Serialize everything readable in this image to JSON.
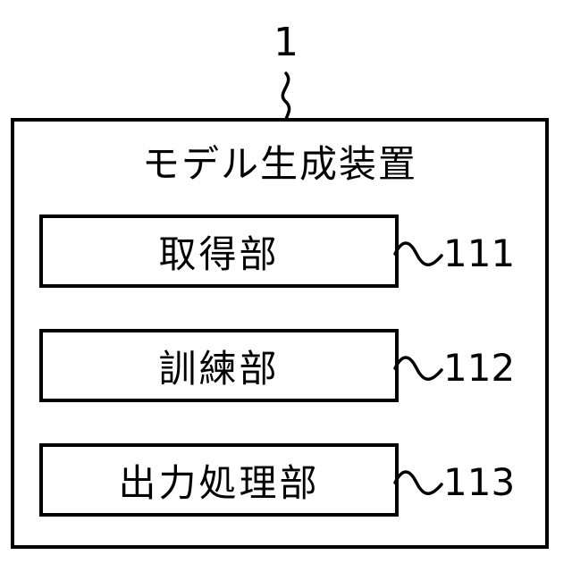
{
  "device": {
    "ref": "1",
    "title": "モデル生成装置"
  },
  "units": [
    {
      "label": "取得部",
      "ref": "111"
    },
    {
      "label": "訓練部",
      "ref": "112"
    },
    {
      "label": "出力処理部",
      "ref": "113"
    }
  ]
}
